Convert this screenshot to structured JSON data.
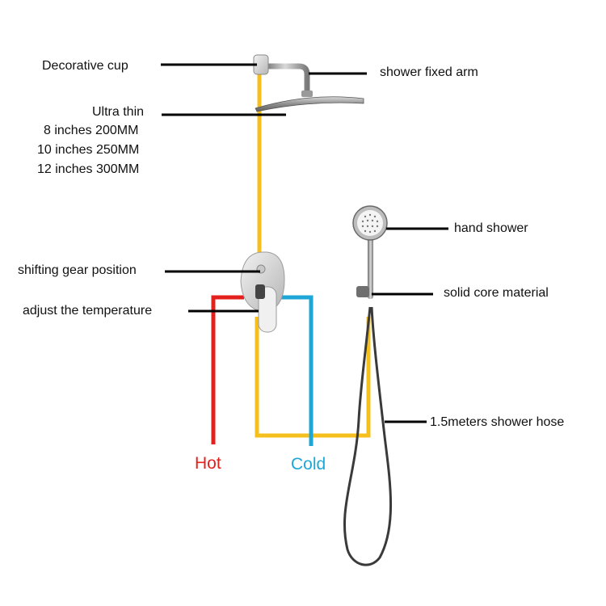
{
  "labels": {
    "decorative_cup": "Decorative cup",
    "shower_fixed_arm": "shower fixed arm",
    "ultra_thin": "Ultra thin",
    "size_8": "8 inches 200MM",
    "size_10": "10 inches 250MM",
    "size_12": "12 inches 300MM",
    "hand_shower": "hand shower",
    "shifting_gear": "shifting gear position",
    "solid_core": "solid core material",
    "adjust_temperature": "adjust the temperature",
    "shower_hose": "1.5meters shower hose",
    "hot": "Hot",
    "cold": "Cold"
  },
  "colors": {
    "hot": "#e3201b",
    "cold": "#1ea7d6",
    "pipe": "#f5bf1e",
    "leader": "#000000",
    "chrome": "#9a9a9a",
    "hose": "#3a3a3a"
  }
}
